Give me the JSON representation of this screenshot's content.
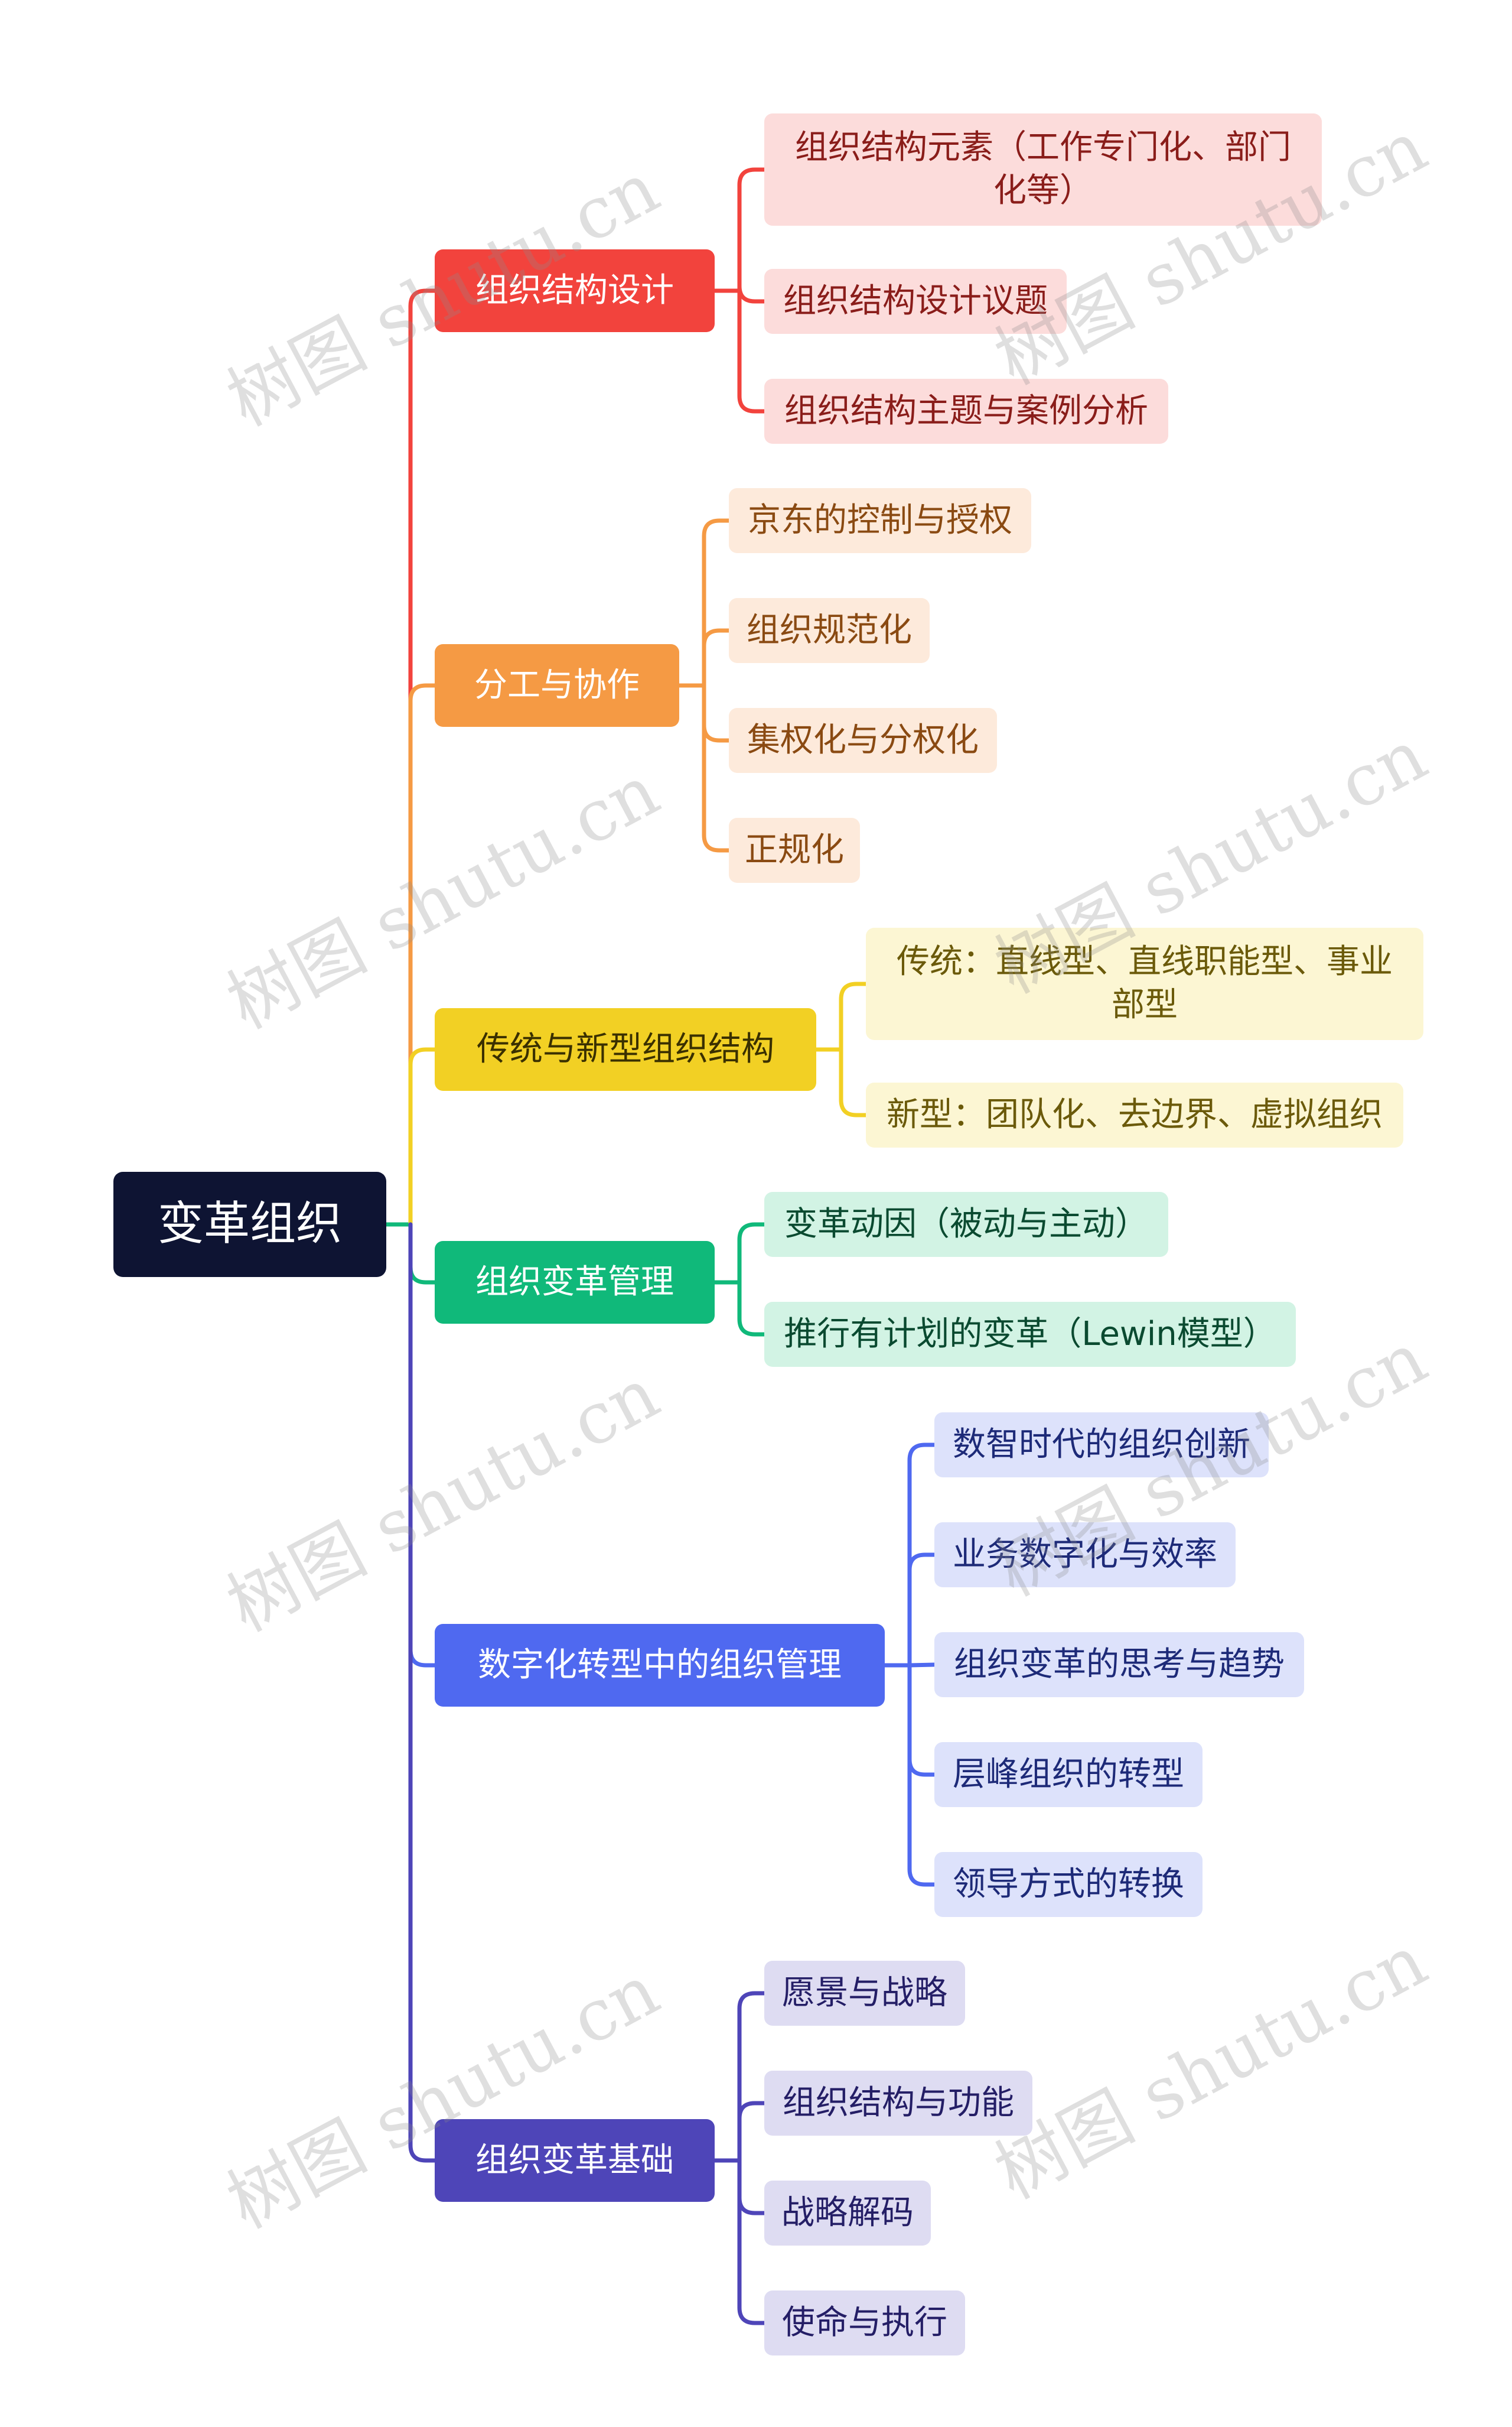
{
  "root": {
    "label": "变革组织"
  },
  "branches": [
    {
      "label": "组织结构设计",
      "color": "#f2433d",
      "leaf_bg": "#fcdcdb",
      "leaf_text": "#8a1d1a",
      "children": [
        "组织结构元素（工作专门化、部门化等）",
        "组织结构设计议题",
        "组织结构主题与案例分析"
      ]
    },
    {
      "label": "分工与协作",
      "color": "#f59a44",
      "leaf_bg": "#fdeadb",
      "leaf_text": "#8a4a12",
      "children": [
        "京东的控制与授权",
        "组织规范化",
        "集权化与分权化",
        "正规化"
      ]
    },
    {
      "label": "传统与新型组织结构",
      "color": "#f2d024",
      "leaf_bg": "#fcf6d3",
      "leaf_text": "#6b5a0a",
      "children": [
        "传统：直线型、直线职能型、事业部型",
        "新型：团队化、去边界、虚拟组织"
      ]
    },
    {
      "label": "组织变革管理",
      "color": "#10b97a",
      "leaf_bg": "#d2f3e4",
      "leaf_text": "#0a4a30",
      "children": [
        "变革动因（被动与主动）",
        "推行有计划的变革（Lewin模型）"
      ]
    },
    {
      "label": "数字化转型中的组织管理",
      "color": "#4f69f0",
      "leaf_bg": "#dde2fb",
      "leaf_text": "#1d2a78",
      "children": [
        "数智时代的组织创新",
        "业务数字化与效率",
        "组织变革的思考与趋势",
        "层峰组织的转型",
        "领导方式的转换"
      ]
    },
    {
      "label": "组织变革基础",
      "color": "#4e45b8",
      "leaf_bg": "#dedcf2",
      "leaf_text": "#241e66",
      "children": [
        "愿景与战略",
        "组织结构与功能",
        "战略解码",
        "使命与执行"
      ]
    }
  ],
  "watermark": "树图 shutu.cn"
}
